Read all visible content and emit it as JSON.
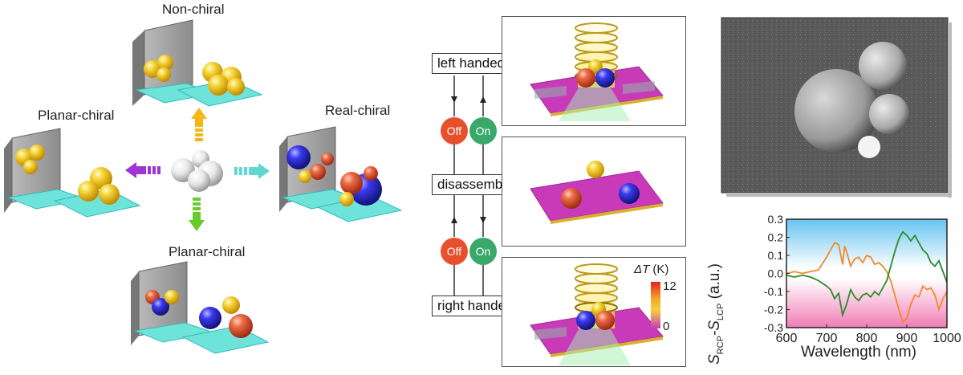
{
  "labels": {
    "non_chiral": "Non-chiral",
    "planar_chiral_left": "Planar-chiral",
    "real_chiral": "Real-chiral",
    "planar_chiral_bottom": "Planar-chiral"
  },
  "states": {
    "left_handed": "left handed",
    "disassembly": "disassembly",
    "right_handed": "right handed",
    "off": "Off",
    "on": "On"
  },
  "colorbar": {
    "label_delta": "ΔT",
    "label_unit": "(K)",
    "max": "12",
    "min": "0"
  },
  "colors": {
    "gold": "#f3c417",
    "red": "#e8553a",
    "blue": "#2f2fe6",
    "cyan_plate": "#66e0d8",
    "magenta_plate": "#c73ab9",
    "off_state": "#e8502d",
    "on_state": "#3aa86a",
    "orange_series": "#f08a2c",
    "green_series": "#2c8a2c"
  },
  "chart_data": {
    "type": "line",
    "xlabel": "Wavelength (nm)",
    "ylabel_main": "S",
    "ylabel_sub1": "RCP",
    "ylabel_mid": "-S",
    "ylabel_sub2": "LCP",
    "ylabel_unit": "(a.u.)",
    "xlim": [
      600,
      1000
    ],
    "ylim": [
      -0.3,
      0.3
    ],
    "xticks": [
      "600",
      "700",
      "800",
      "900",
      "1000"
    ],
    "yticks": [
      "0.3",
      "0.2",
      "0.1",
      "0.0",
      "-0.1",
      "-0.2",
      "-0.3"
    ],
    "series": [
      {
        "color": "#f08a2c",
        "x": [
          600,
          620,
          640,
          660,
          680,
          700,
          710,
          720,
          730,
          740,
          745,
          750,
          760,
          770,
          780,
          790,
          800,
          810,
          820,
          830,
          840,
          850,
          860,
          870,
          880,
          890,
          900,
          910,
          920,
          930,
          940,
          950,
          960,
          970,
          980,
          990,
          1000
        ],
        "y": [
          0.0,
          0.01,
          0.0,
          0.01,
          0.02,
          0.09,
          0.13,
          0.17,
          0.16,
          0.05,
          0.15,
          0.12,
          0.04,
          0.08,
          0.09,
          0.06,
          0.1,
          0.09,
          0.05,
          0.06,
          0.04,
          0.01,
          -0.04,
          -0.12,
          -0.2,
          -0.27,
          -0.25,
          -0.17,
          -0.12,
          -0.13,
          -0.07,
          -0.09,
          -0.08,
          -0.12,
          -0.2,
          -0.14,
          -0.1
        ]
      },
      {
        "color": "#2c8a2c",
        "x": [
          600,
          620,
          640,
          660,
          680,
          700,
          710,
          720,
          730,
          740,
          750,
          760,
          770,
          780,
          790,
          800,
          810,
          820,
          830,
          840,
          850,
          860,
          870,
          880,
          890,
          900,
          910,
          920,
          930,
          940,
          950,
          960,
          970,
          980,
          990,
          1000
        ],
        "y": [
          -0.01,
          -0.02,
          -0.01,
          -0.02,
          -0.04,
          -0.07,
          -0.09,
          -0.14,
          -0.11,
          -0.23,
          -0.17,
          -0.09,
          -0.13,
          -0.15,
          -0.12,
          -0.11,
          -0.13,
          -0.1,
          -0.12,
          -0.08,
          -0.04,
          0.04,
          0.12,
          0.19,
          0.23,
          0.21,
          0.18,
          0.21,
          0.17,
          0.13,
          0.11,
          0.06,
          0.04,
          0.07,
          0.01,
          -0.05
        ]
      }
    ]
  }
}
